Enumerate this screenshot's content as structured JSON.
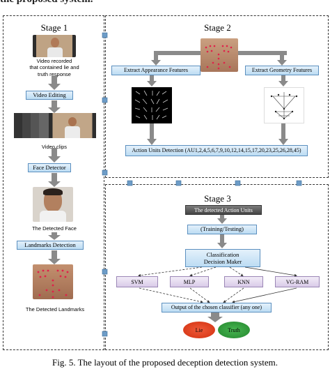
{
  "header_fragment": "the proposed system.",
  "stage1": {
    "title": "Stage 1",
    "video_caption": "Video recorded\nthat contained lie and\ntruth response",
    "video_editing": "Video Editing",
    "video_clips": "Video clips",
    "face_detector": "Face Detector",
    "detected_face": "The Detected Face",
    "landmarks_detection": "Landmarks Detection",
    "detected_landmarks": "The Detected Landmarks"
  },
  "stage2": {
    "title": "Stage 2",
    "appearance": "Extract Appearance Features",
    "geometry": "Extract Geometry Features",
    "au_detection": "Action Units Detection (AU1,2,4,5,6,7,9,10,12,14,15,17,20,23,25,26,28,45)"
  },
  "stage3": {
    "title": "Stage 3",
    "detected_aus": "The detected Action Units",
    "train_test": "(Training/Testing)",
    "classification": "Classification\nDecision Maker",
    "classifiers": [
      "SVM",
      "MLP",
      "KNN",
      "VG-RAM"
    ],
    "output": "Output of the chosen classifier (any one)",
    "lie": "Lie",
    "truth": "Truth"
  },
  "caption": "Fig. 5.  The layout of the proposed deception detection system.",
  "colors": {
    "box_blue": "#bcdcf3",
    "box_purple": "#d9cbe8",
    "arrow_gray": "#8a8a8a",
    "lie_red": "#e23a1a",
    "truth_green": "#2f9a3a",
    "landmark_red": "#e0204a"
  }
}
